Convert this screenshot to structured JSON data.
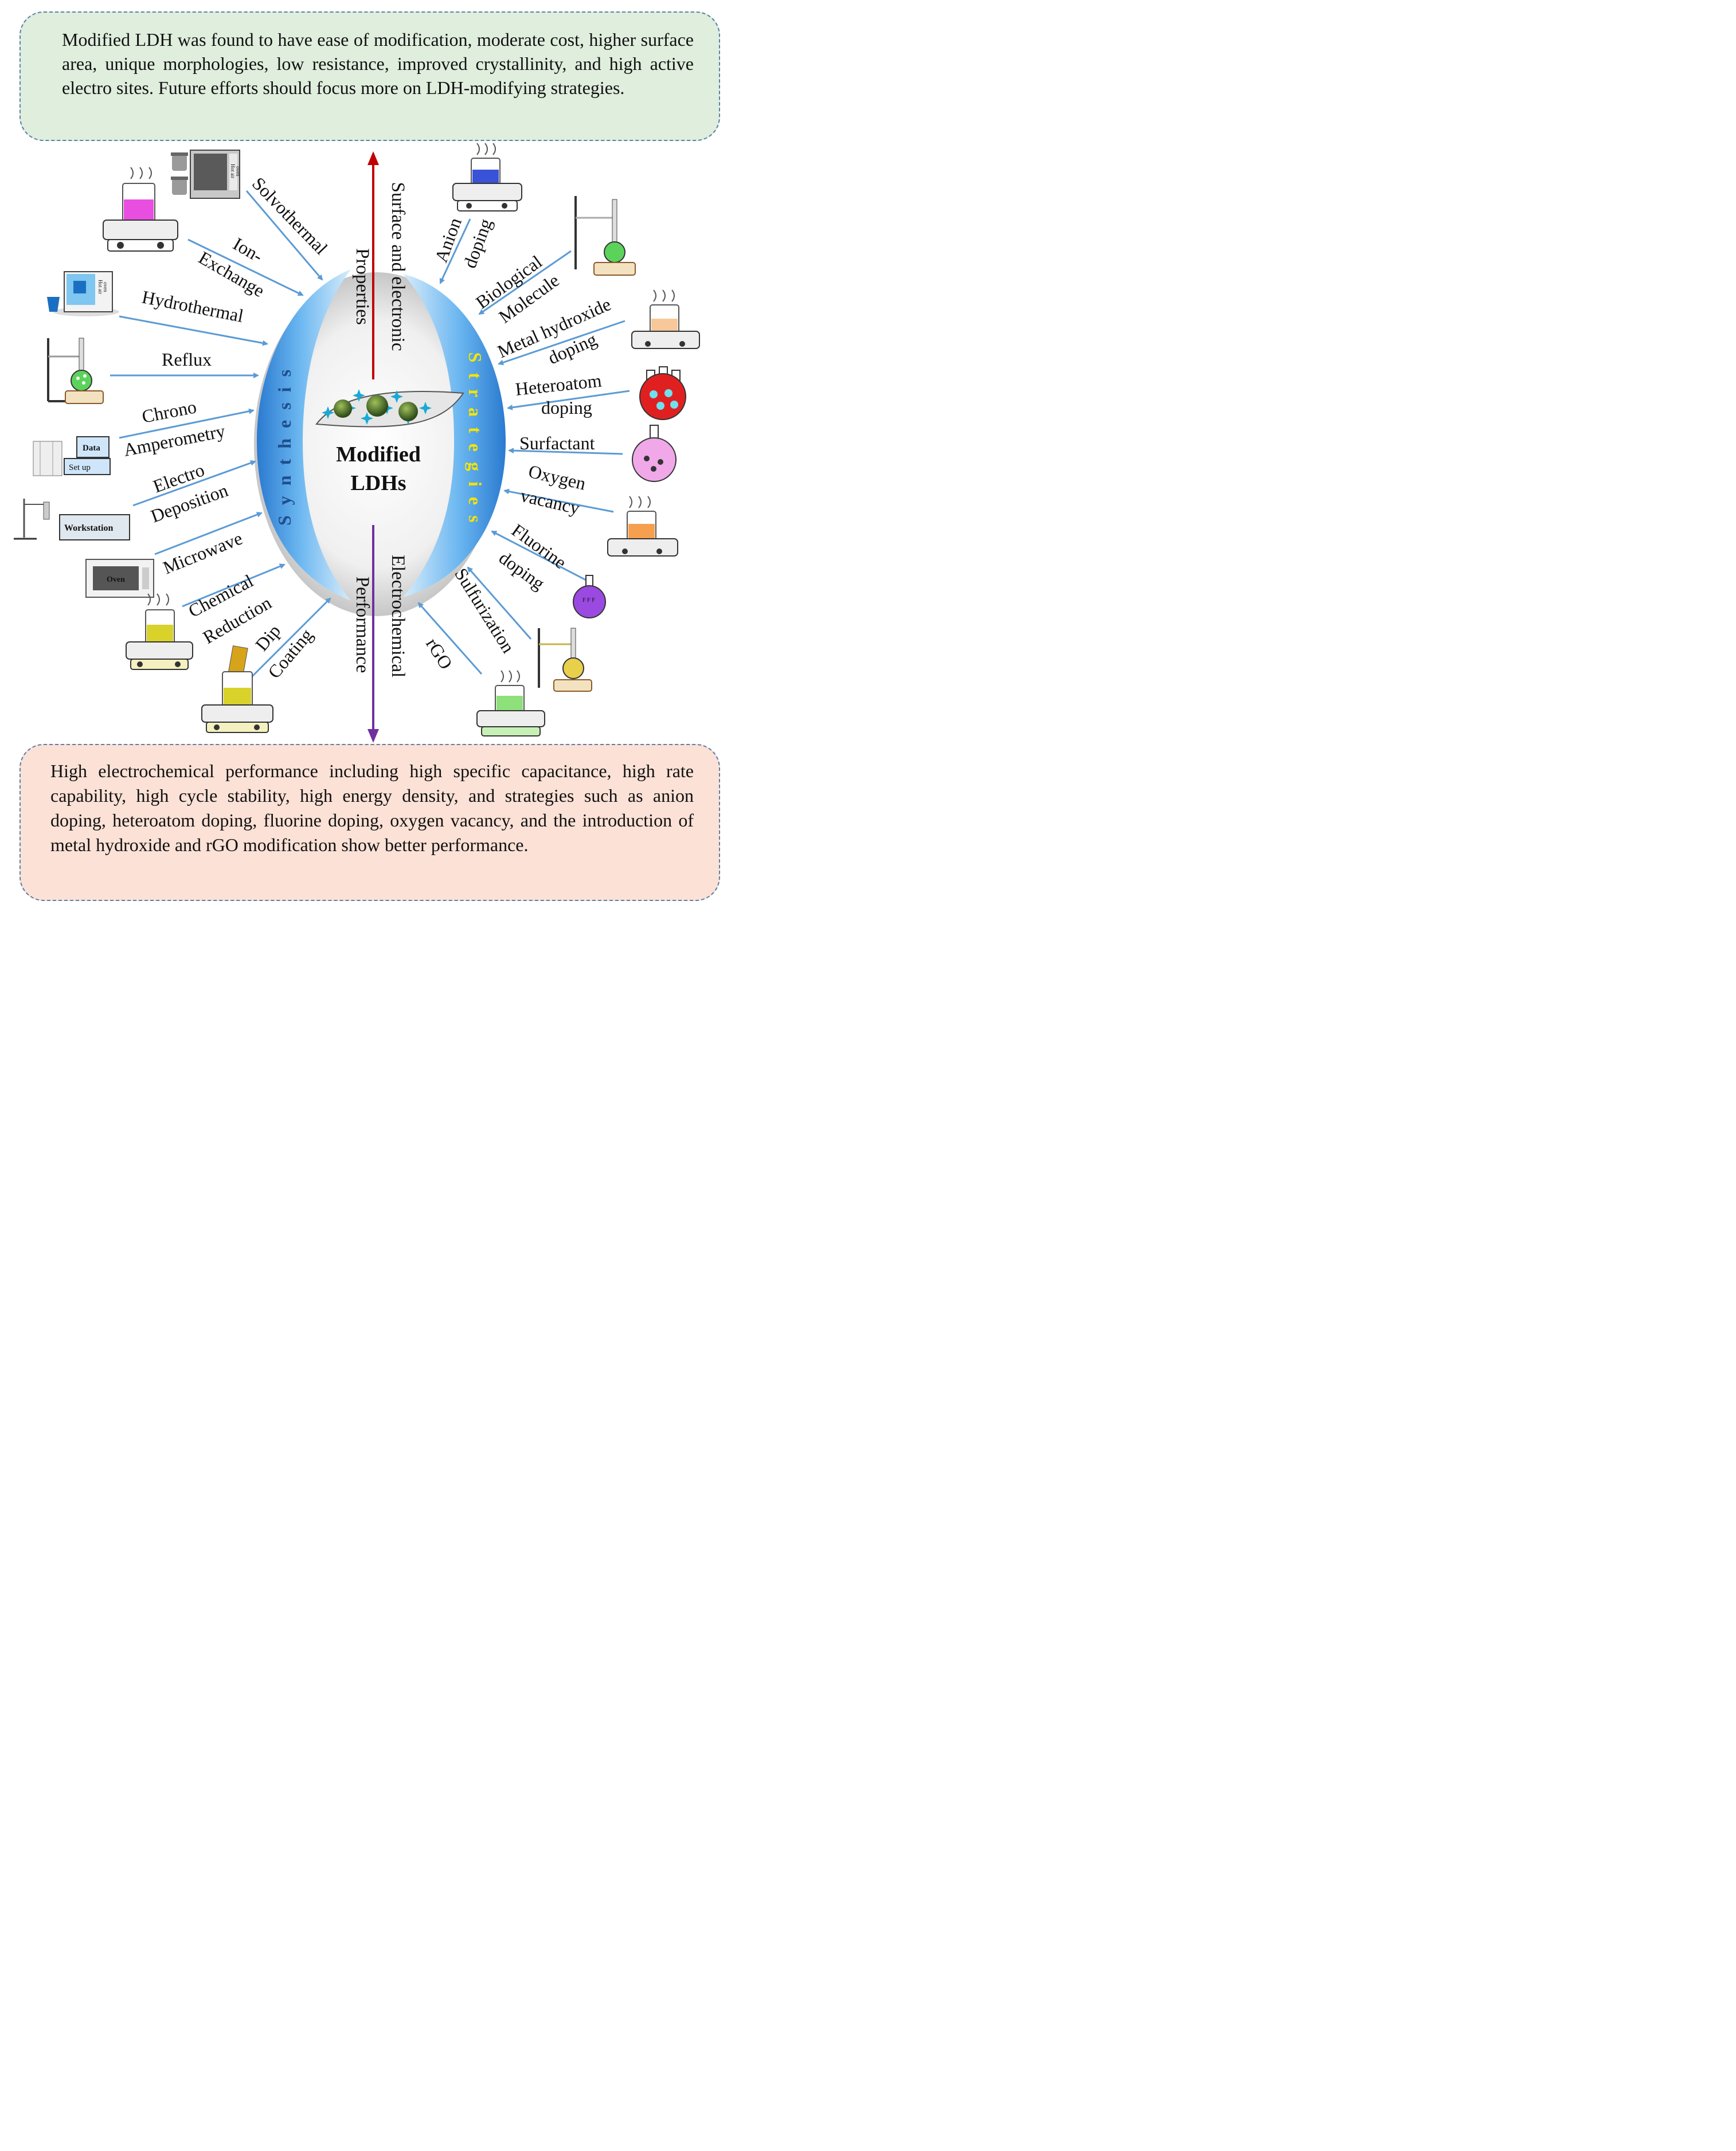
{
  "top_box": {
    "text": "Modified LDH was found to have ease of modification, moderate cost, higher surface area, unique morphologies, low resistance, improved crystallinity, and high active electro sites. Future efforts should focus more on LDH-modifying strategies."
  },
  "bottom_box": {
    "text": "High electrochemical performance including high specific capacitance, high rate capability, high cycle stability, high energy density, and strategies such as anion doping, heteroatom doping, fluorine doping, oxygen vacancy, and the introduction of metal hydroxide and rGO modification show better performance."
  },
  "center": {
    "title_line1": "Modified",
    "title_line2": "LDHs",
    "synthesis": "Synthesis",
    "strategies": "Strategies",
    "up_axis_line1": "Surface and electronic",
    "up_axis_line2": "Properties",
    "down_axis_line1": "Electrochemical",
    "down_axis_line2": "Performance"
  },
  "synthesis_methods": {
    "solvothermal": "Solvothermal",
    "ion_exchange_1": "Ion-",
    "ion_exchange_2": "Exchange",
    "hydrothermal": "Hydrothermal",
    "reflux": "Reflux",
    "chrono_1": "Chrono",
    "chrono_2": "Amperometry",
    "electro_1": "Electro",
    "electro_2": "Deposition",
    "microwave": "Microwave",
    "chemical_1": "Chemical",
    "chemical_2": "Reduction",
    "dip_1": "Dip",
    "dip_2": "Coating"
  },
  "strategies_list": {
    "anion_1": "Anion",
    "anion_2": "doping",
    "bio_1": "Biological",
    "bio_2": "Molecule",
    "metal_1": "Metal hydroxide",
    "metal_2": "doping",
    "hetero_1": "Heteroatom",
    "hetero_2": "doping",
    "surfactant": "Surfactant",
    "oxygen_1": "Oxygen",
    "oxygen_2": "vacancy",
    "fluorine_1": "Fluorine",
    "fluorine_2": "doping",
    "sulfurization": "Sulfurization",
    "rgo": "rGO"
  },
  "equipment_labels": {
    "hot_air_oven_1": "Hot air",
    "hot_air_oven_2": "oven",
    "data": "Data",
    "set_up": "Set up",
    "workstation": "Workstation",
    "oven": "Oven"
  },
  "colors": {
    "arrow_blue": "#5b9bd5",
    "up_arrow": "#c00000",
    "down_arrow": "#7030a0",
    "lens_blue": "#4a9de0",
    "synthesis_text": "#1f4e8c",
    "strategies_text": "#f5e400"
  }
}
